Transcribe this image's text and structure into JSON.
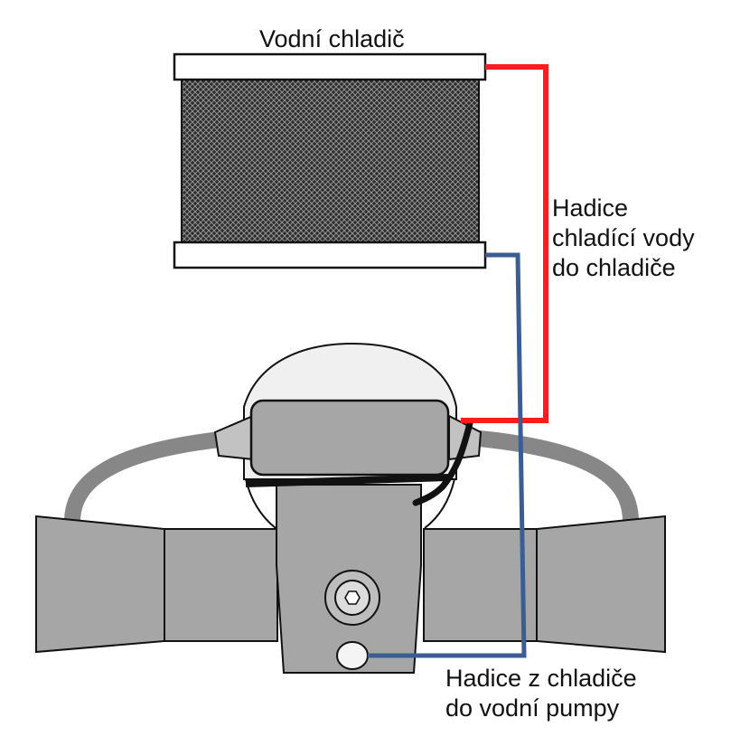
{
  "labels": {
    "cooler_title": "Vodní chladič",
    "hose_to_cooler": "Hadice\nchladící vody\ndo chladiče",
    "hose_from_cooler": "Hadice z chladiče\ndo vodní pumpy"
  },
  "colors": {
    "hot_hose": "#ff1c1c",
    "cold_hose": "#3a5e92",
    "metal": "#a6a6a6",
    "outline": "#111111"
  }
}
